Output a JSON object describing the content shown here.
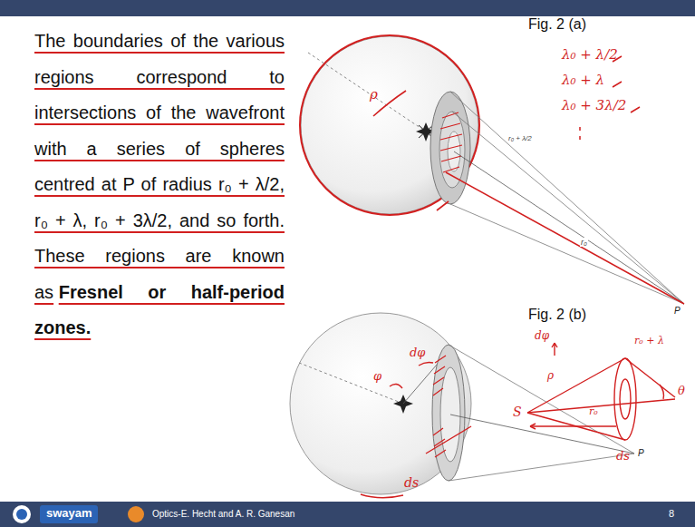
{
  "diagram": {
    "labels": [
      "The boundaries of the various regions correspond to intersections of the wavefront with a series of spheres centred at P of radius r₀ + λ/2, r₀ + λ, r₀ + 3λ/2, and so forth. These regions are known as",
      "Fresnel or half-period zones.",
      "Fig. 2 (a)",
      "λ₀ + λ/2",
      "λ₀ + λ",
      "λ₀ + 3λ/2",
      "Fig. 2 (b)",
      "ρ",
      "P",
      "r₀ + λ/2",
      "r₀",
      "dφ",
      "φ",
      "ds",
      "P",
      "S",
      "dφ",
      "ρ",
      "ds",
      "θ",
      "r₀",
      "r₀ + λ",
      "swayam",
      "Optics-E. Hecht and A. R. Ganesan",
      "8"
    ]
  }
}
